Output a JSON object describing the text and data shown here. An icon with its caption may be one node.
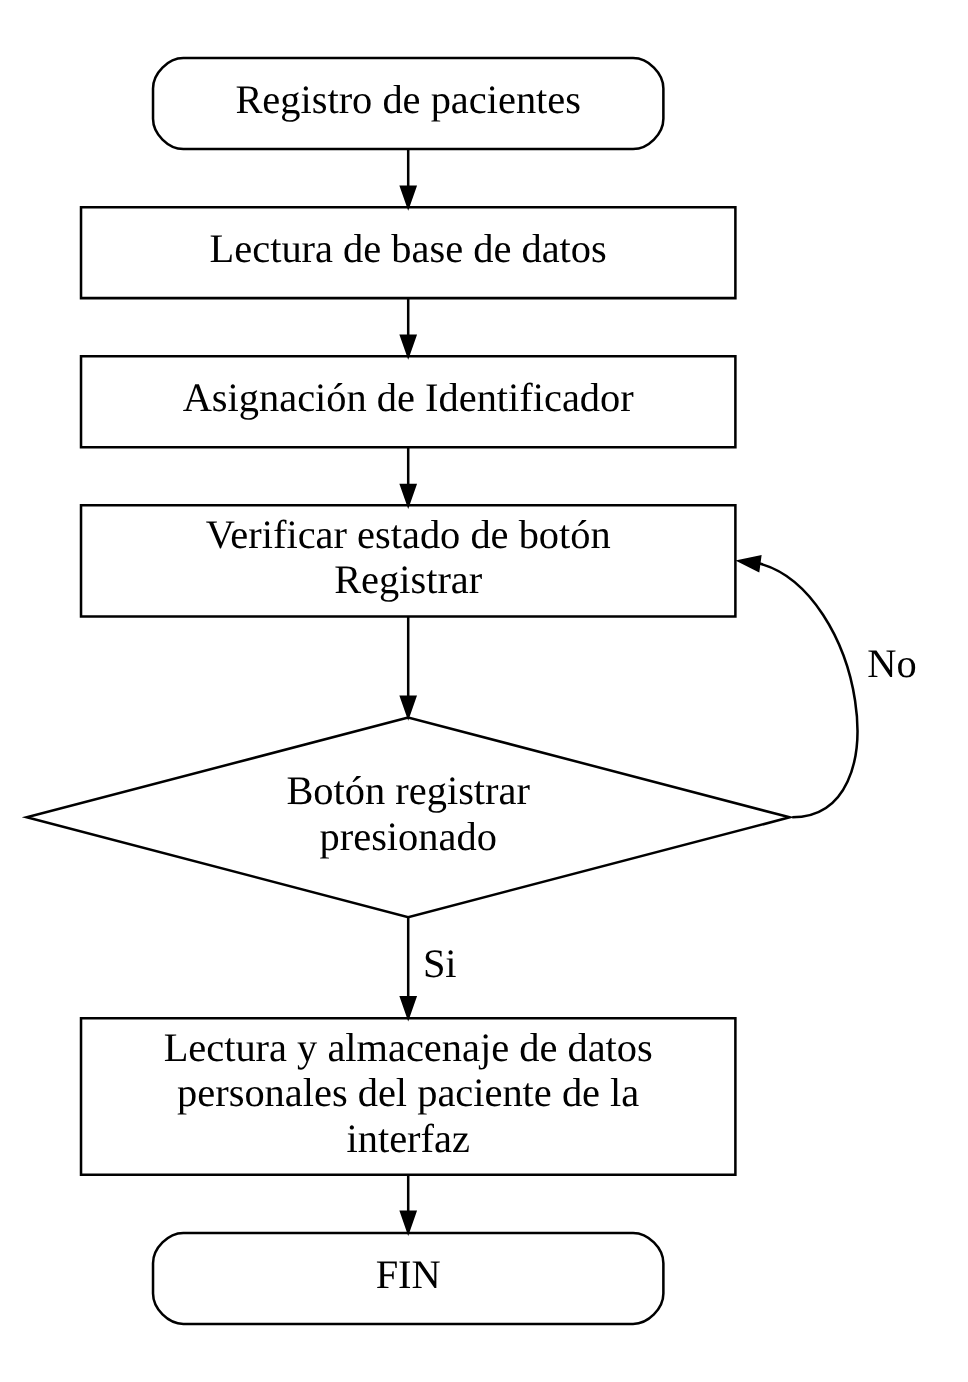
{
  "diagram": {
    "nodes": [
      {
        "text": [
          "Registro de pacientes"
        ]
      },
      {
        "text": [
          "Lectura de base de datos"
        ]
      },
      {
        "text": [
          "Asignación de Identificador"
        ]
      },
      {
        "text": [
          "Verificar estado de botón Registrar"
        ]
      },
      {
        "text": [
          "Botón registrar presionado"
        ]
      },
      {
        "text": [
          "Lectura y almacenaje de datos personales del paciente de la interfaz"
        ]
      },
      {
        "text": [
          "FIN"
        ]
      }
    ],
    "edges": [
      {
        "from": 0,
        "to": 1,
        "arrow": "to"
      },
      {
        "from": 1,
        "to": 2,
        "arrow": "to"
      },
      {
        "from": 2,
        "to": 3,
        "arrow": "to"
      },
      {
        "from": 3,
        "to": 4,
        "arrow": "to"
      },
      {
        "from": 4,
        "to": 5,
        "arrow": "to",
        "label": "Si"
      },
      {
        "from": 5,
        "to": 6,
        "arrow": "to"
      },
      {
        "from": 4,
        "to": 3,
        "arrow": "to",
        "label": "No"
      }
    ]
  }
}
